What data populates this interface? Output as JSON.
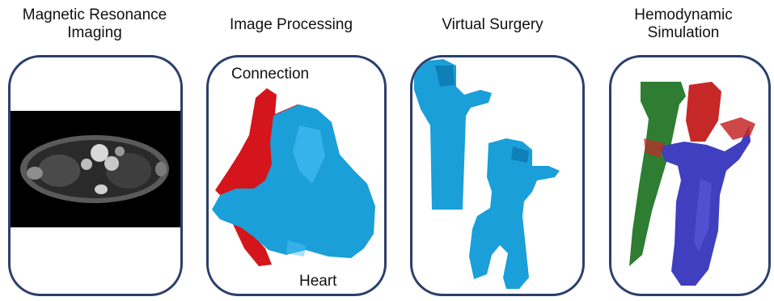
{
  "steps": [
    {
      "title_line1": "Magnetic Resonance",
      "title_line2": "Imaging"
    },
    {
      "title_line1": "Image Processing",
      "title_line2": ""
    },
    {
      "title_line1": "Virtual Surgery",
      "title_line2": ""
    },
    {
      "title_line1": "Hemodynamic",
      "title_line2": "Simulation"
    }
  ],
  "labels": {
    "connection": "Connection",
    "heart": "Heart"
  },
  "colors": {
    "panel_border": "#2b3f6b",
    "vessel_blue": "#1a9fd9",
    "connection_red": "#d4151c",
    "flow_green": "#2e7d32",
    "flow_red": "#c62828",
    "flow_blue": "#3f3fbf"
  }
}
